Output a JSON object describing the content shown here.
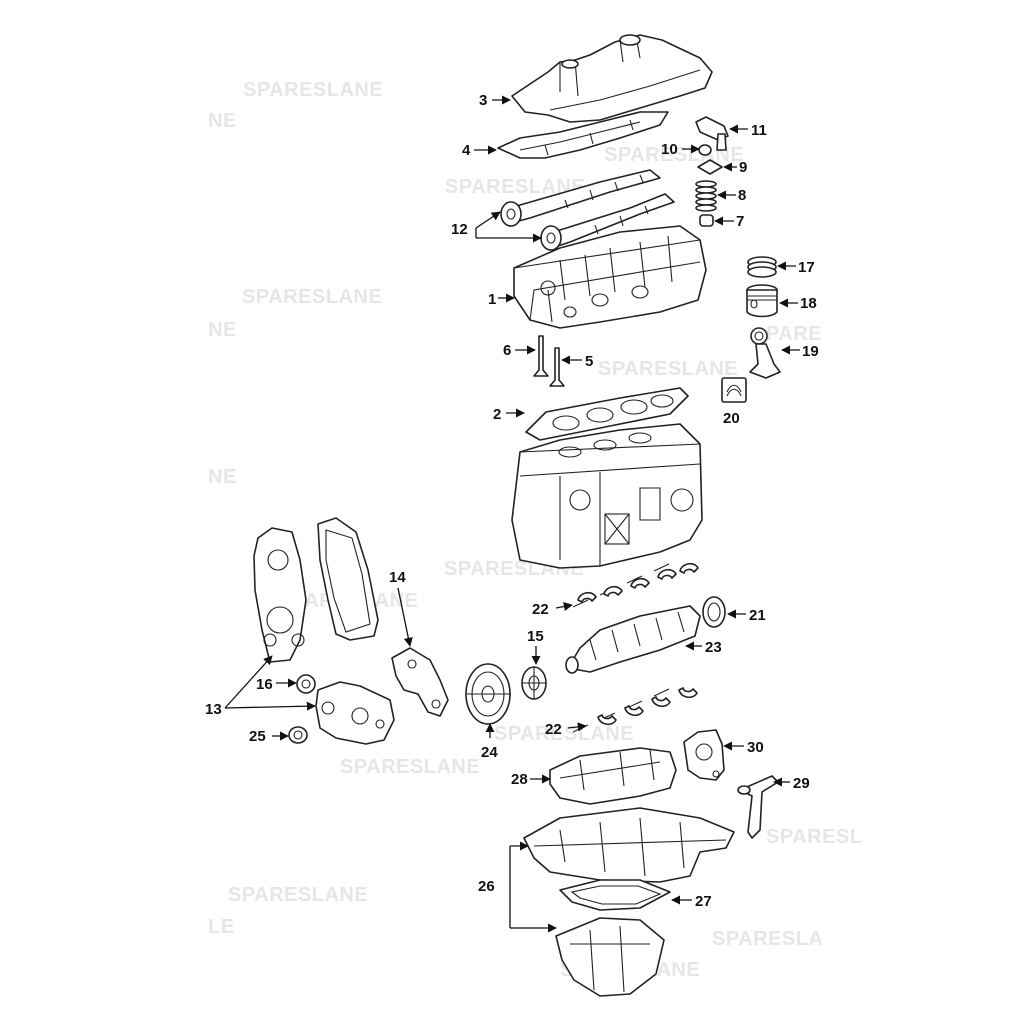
{
  "watermark": {
    "text": "SPARESLANE",
    "fragment_ne": "NE",
    "fragment_le": "LE",
    "fragment_ane": "ANE",
    "fragment_pare": "PARE",
    "fragment_sparesl": "SPARESL",
    "fragment_sparesla": "SPARESLA",
    "fragment_pareslane": "PARESLANE"
  },
  "callouts": [
    {
      "id": "3",
      "label": "3"
    },
    {
      "id": "4",
      "label": "4"
    },
    {
      "id": "11",
      "label": "11"
    },
    {
      "id": "10",
      "label": "10"
    },
    {
      "id": "9",
      "label": "9"
    },
    {
      "id": "8",
      "label": "8"
    },
    {
      "id": "7",
      "label": "7"
    },
    {
      "id": "12",
      "label": "12"
    },
    {
      "id": "17",
      "label": "17"
    },
    {
      "id": "1",
      "label": "1"
    },
    {
      "id": "18",
      "label": "18"
    },
    {
      "id": "6",
      "label": "6"
    },
    {
      "id": "5",
      "label": "5"
    },
    {
      "id": "19",
      "label": "19"
    },
    {
      "id": "2",
      "label": "2"
    },
    {
      "id": "20",
      "label": "20"
    },
    {
      "id": "14",
      "label": "14"
    },
    {
      "id": "22a",
      "label": "22"
    },
    {
      "id": "21",
      "label": "21"
    },
    {
      "id": "15",
      "label": "15"
    },
    {
      "id": "23",
      "label": "23"
    },
    {
      "id": "13",
      "label": "13"
    },
    {
      "id": "16",
      "label": "16"
    },
    {
      "id": "22b",
      "label": "22"
    },
    {
      "id": "25",
      "label": "25"
    },
    {
      "id": "24",
      "label": "24"
    },
    {
      "id": "30",
      "label": "30"
    },
    {
      "id": "28",
      "label": "28"
    },
    {
      "id": "29",
      "label": "29"
    },
    {
      "id": "26",
      "label": "26"
    },
    {
      "id": "27",
      "label": "27"
    }
  ]
}
